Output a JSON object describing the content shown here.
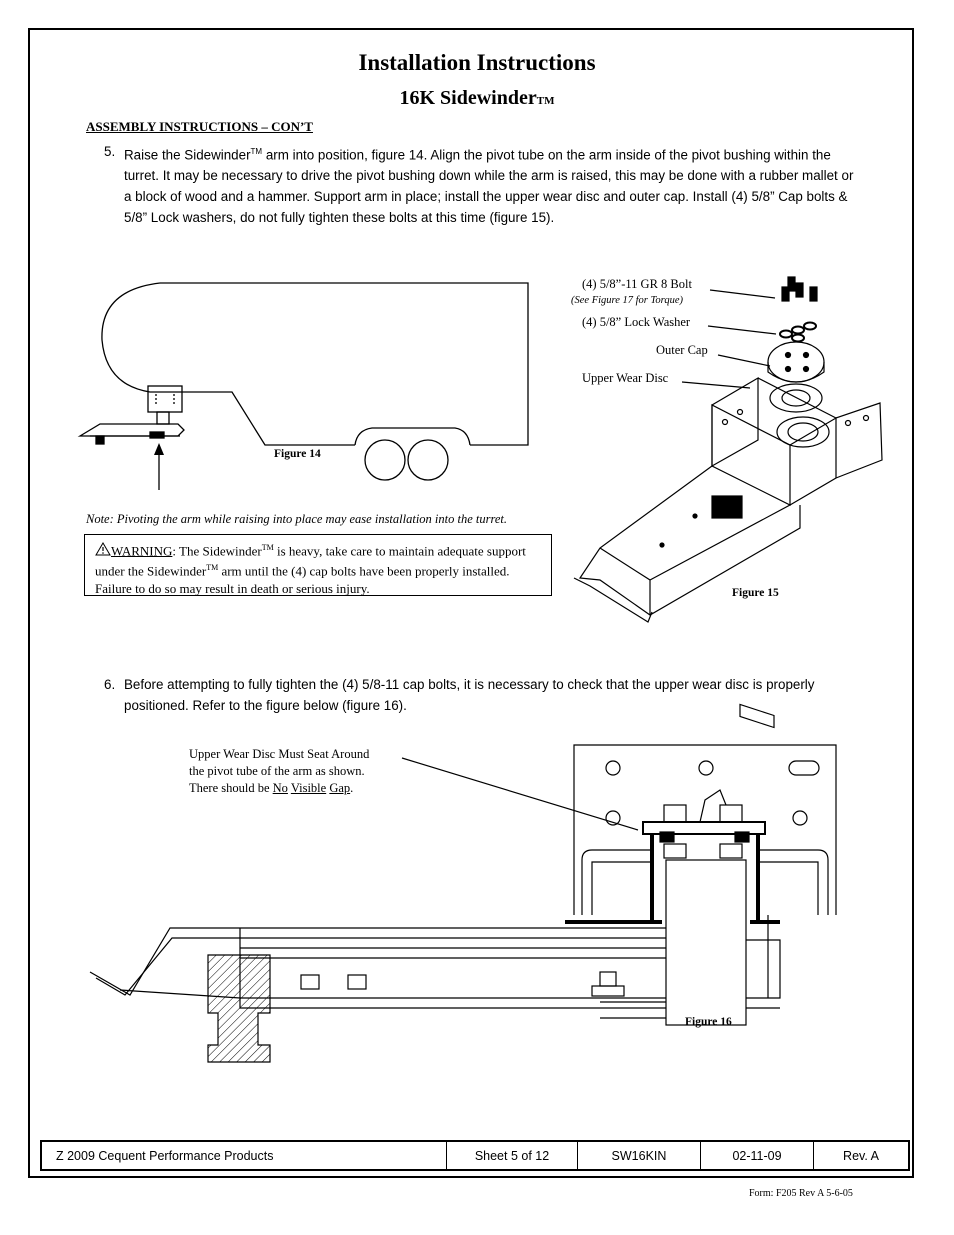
{
  "header": {
    "title": "Installation Instructions",
    "subtitle": "16K Sidewinder",
    "subtitle_tm": "TM",
    "section": "ASSEMBLY INSTRUCTIONS – CON’T"
  },
  "step5": {
    "number": "5.",
    "text_a": "Raise the Sidewinder",
    "tm": "TM",
    "text_b": " arm into position, figure 14.  Align the pivot tube on the arm inside of the pivot bushing within the turret.  It may be necessary to drive the pivot bushing down while the arm is raised, this may be done with a rubber mallet or a block of wood and a hammer.  Support arm in place; install the upper wear disc and outer cap.  Install (4) 5/8” Cap bolts & 5/8” Lock washers, do not fully tighten these bolts at this time (figure 15)."
  },
  "figure14": {
    "caption": "Figure 14"
  },
  "figure15": {
    "caption": "Figure 15",
    "labels": {
      "bolt": "(4) 5/8”-11 GR 8 Bolt",
      "bolt_note": "(See Figure 17 for Torque)",
      "washer": "(4) 5/8” Lock Washer",
      "cap": "Outer Cap",
      "disc": "Upper Wear Disc"
    }
  },
  "note": "Note: Pivoting the arm while raising into place may ease installation into the turret.",
  "warning": {
    "word": "WARNING",
    "text_a": ": The Sidewinder",
    "tm1": "TM",
    "text_b": " is heavy, take care to maintain adequate support under the Sidewinder",
    "tm2": "TM",
    "text_c": "  arm until the (4) cap bolts have been properly installed.  Failure to do so may result in death or serious injury."
  },
  "step6": {
    "number": "6.",
    "text": "Before attempting to fully tighten the (4) 5/8-11 cap bolts, it is necessary to check that the upper wear disc is properly positioned.  Refer to the figure below (figure 16)."
  },
  "figure16": {
    "caption": "Figure 16",
    "callout_line1": "Upper Wear Disc Must Seat Around",
    "callout_line2": "the pivot tube of the arm as shown.",
    "callout_line3_prefix": "There should be ",
    "callout_no": "No",
    "callout_visible": "Visible",
    "callout_gap": "Gap",
    "callout_period": "."
  },
  "footer": {
    "copyright": "Z 2009 Cequent Performance Products",
    "sheet": "Sheet 5 of 12",
    "doc_id": "SW16KIN",
    "date": "02-11-09",
    "rev": "Rev. A"
  },
  "form_id": "Form: F205 Rev A  5-6-05"
}
